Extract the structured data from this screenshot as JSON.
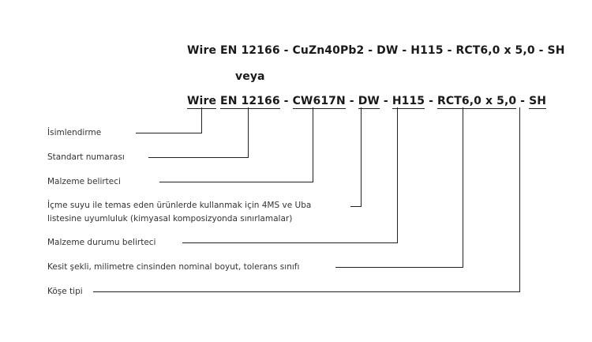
{
  "designation_full": "Wire EN 12166 - CuZn40Pb2 - DW - H115 - RCT6,0 x 5,0 - SH",
  "or_word": "veya",
  "designation_parts": {
    "p1": "Wire",
    "p2": "EN 12166",
    "p3": "CW617N",
    "p4": "DW",
    "p5": "H115",
    "p6": "RCT6,0 x 5,0",
    "p7": "SH",
    "separator": " - "
  },
  "labels": {
    "naming": "İsimlendirme",
    "standard": "Standart numarası",
    "material": "Malzeme belirteci",
    "drinking_water_1": "İçme suyu ile temas eden ürünlerde kullanmak için 4MS ve Uba",
    "drinking_water_2": "listesine uyumluluk (kimyasal komposizyonda sınırlamalar)",
    "condition": "Malzeme durumu belirteci",
    "cross_section": "Kesit şekli, milimetre cinsinden nominal boyut, tolerans sınıfı",
    "corner": "Köşe tipi"
  },
  "line_color": "#222222"
}
